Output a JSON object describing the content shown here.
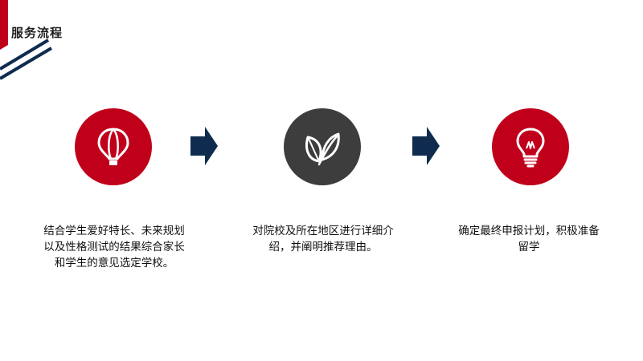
{
  "page": {
    "title": "服务流程"
  },
  "colors": {
    "red": "#c0001a",
    "dark_gray": "#3d3d3d",
    "navy": "#0f2c4f"
  },
  "steps": [
    {
      "icon": "hot-air-balloon-icon",
      "text": "结合学生爱好特长、未来规划以及性格测试的结果综合家长和学生的意见选定学校。"
    },
    {
      "icon": "leaves-icon",
      "text": "对院校及所在地区进行详细介绍，并阐明推荐理由。"
    },
    {
      "icon": "light-bulb-icon",
      "text": "确定最终申报计划，积极准备留学"
    }
  ]
}
